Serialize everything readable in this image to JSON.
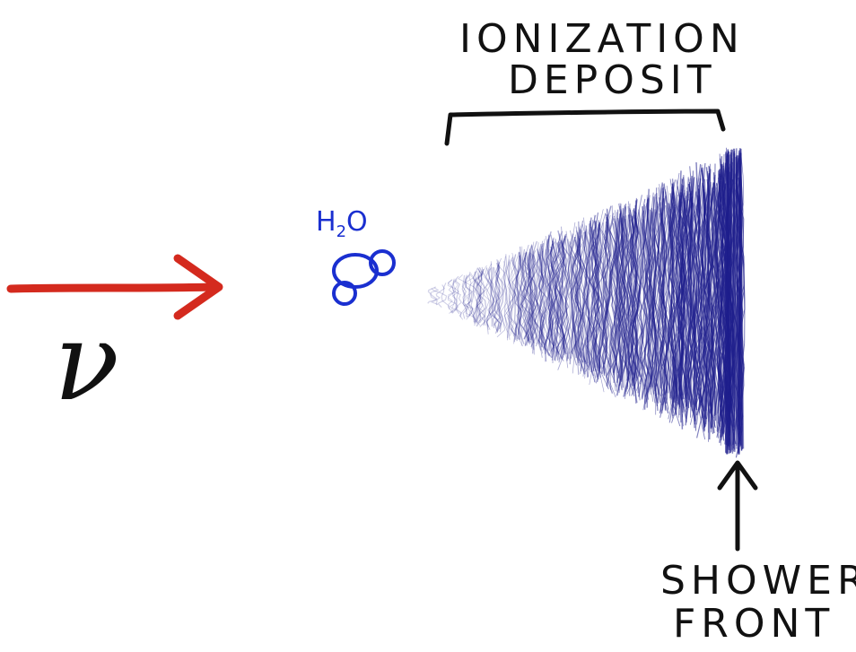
{
  "labels": {
    "ionization_line1": "IONIZATION",
    "ionization_line2": "DEPOSIT",
    "shower_line1": "SHOWER",
    "shower_line2": "FRONT",
    "h2o_main": "H",
    "h2o_sub": "2",
    "h2o_end": "O",
    "neutrino": "ν"
  },
  "colors": {
    "arrow": "#d42a1e",
    "ink": "#111111",
    "deposit": "#1e1e8c",
    "molecule": "#1a2fd0"
  }
}
